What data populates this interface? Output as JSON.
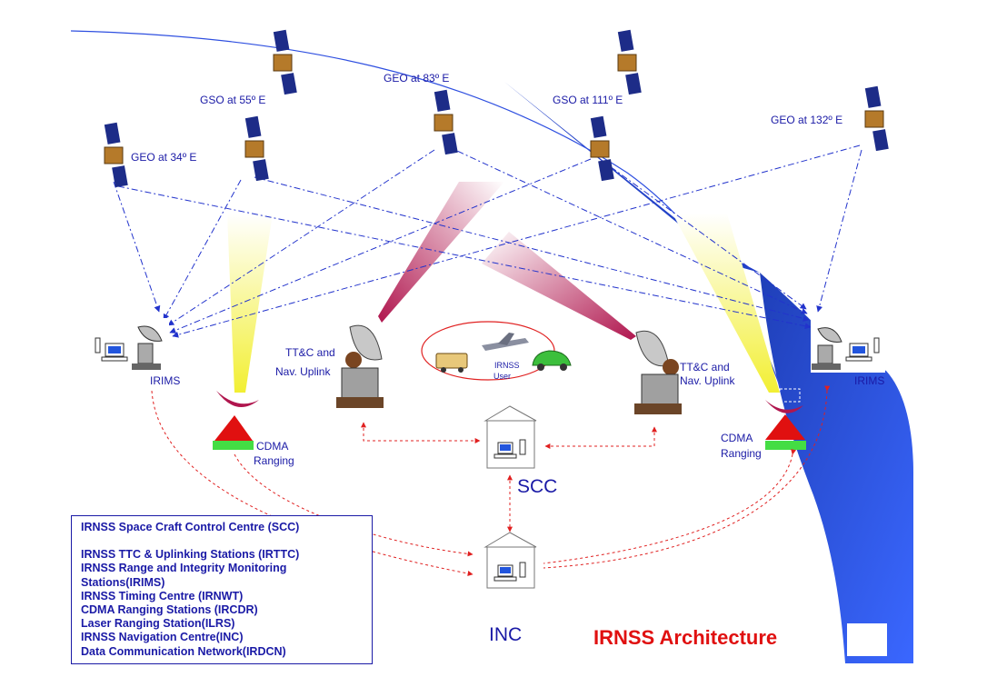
{
  "satellites": [
    {
      "id": "geo34",
      "label": "GEO at 34º E"
    },
    {
      "id": "gso55",
      "label": "GSO at 55º E"
    },
    {
      "id": "geo83",
      "label": "GEO at 83º E"
    },
    {
      "id": "gso111",
      "label": "GSO at 111º E"
    },
    {
      "id": "geo132",
      "label": "GEO at 132º E"
    }
  ],
  "ground": {
    "irims_label": "IRIMS",
    "ttc_label_line1": "TT&C and",
    "ttc_label_line2": "Nav. Uplink",
    "cdma_label_line1": "CDMA",
    "cdma_label_line2": "Ranging",
    "user_label_line1": "IRNSS",
    "user_label_line2": "User",
    "scc_label": "SCC",
    "inc_label": "INC"
  },
  "legend": {
    "items": [
      "IRNSS Space Craft Control Centre (SCC)",
      "IRNSS TTC & Uplinking Stations (IRTTC)",
      "IRNSS Range and Integrity Monitoring Stations(IRIMS)",
      "IRNSS Timing Centre (IRNWT)",
      "CDMA Ranging Stations (IRCDR)",
      "Laser Ranging Station(ILRS)",
      "IRNSS Navigation Centre(INC)",
      "Data Communication Network(IRDCN)"
    ]
  },
  "title": "IRNSS Architecture",
  "colors": {
    "label_blue": "#1a1aa6",
    "link_blue": "#2233cc",
    "ground_link_red": "#e02020",
    "title_red": "#e01010",
    "beam_magenta": "#b0164e",
    "beam_yellow": "#f2ef33",
    "sky_blue": "#3a5fe8"
  }
}
